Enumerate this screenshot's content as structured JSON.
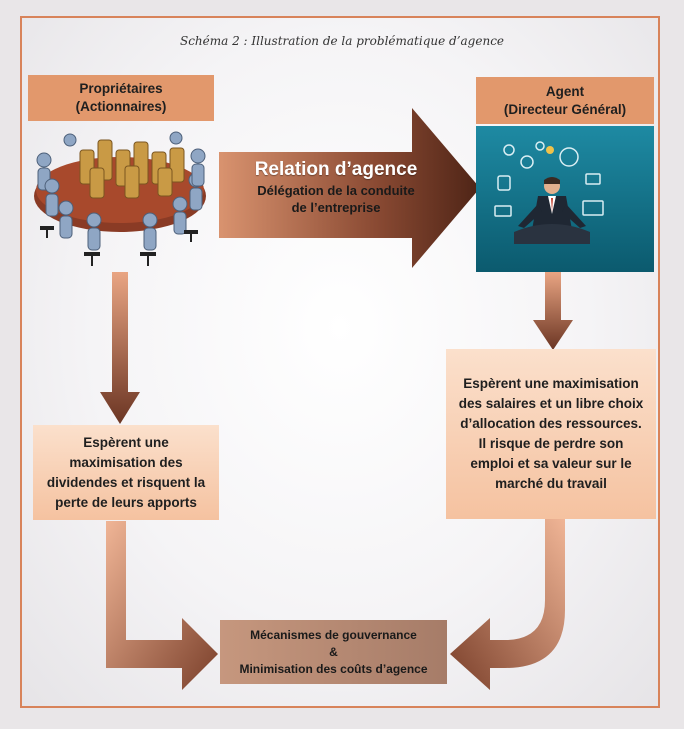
{
  "caption": "Schéma 2 : Illustration de la problématique d’agence",
  "owners": {
    "title_line1": "Propriétaires",
    "title_line2": "(Actionnaires)",
    "expectation": "Espèrent une maximisation des dividendes et risquent la perte de leurs apports"
  },
  "agent": {
    "title_line1": "Agent",
    "title_line2": "(Directeur Général)",
    "expectation": "Espèrent une maximisation des salaires et un libre choix d’allocation des ressources. Il risque de perdre son emploi et sa valeur sur le marché du travail"
  },
  "relation": {
    "title": "Relation d’agence",
    "subtitle": "Délégation de la conduite de l’entreprise"
  },
  "outcome": {
    "line1": "Mécanismes de gouvernance",
    "line2": "&",
    "line3": "Minimisation des coûts d’agence"
  },
  "colors": {
    "frame": "#d8835a",
    "header": "#e2986c",
    "arrow_dark": "#5a2e1f",
    "arrow_light": "#c9856a",
    "peach": "#f5c2a0"
  },
  "icons": [
    "shareholders-meeting-illustration",
    "meditating-executive-illustration"
  ]
}
